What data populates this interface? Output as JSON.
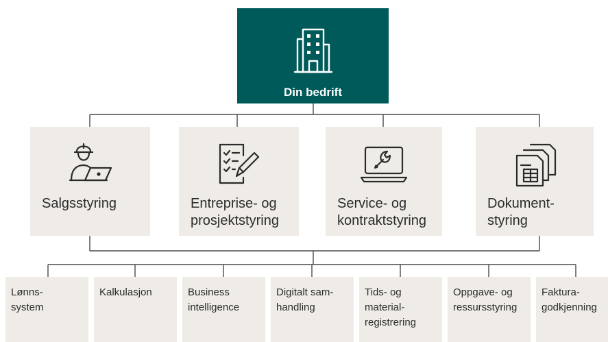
{
  "root": {
    "label": "Din bedrift",
    "icon": "building-icon"
  },
  "level1": [
    {
      "lines": [
        "Salgsstyring"
      ],
      "icon": "worker-laptop-icon"
    },
    {
      "lines": [
        "Entreprise- og",
        "prosjektstyring"
      ],
      "icon": "checklist-pencil-icon"
    },
    {
      "lines": [
        "Service- og",
        "kontraktstyring"
      ],
      "icon": "laptop-wrench-icon"
    },
    {
      "lines": [
        "Dokument-",
        "styring"
      ],
      "icon": "documents-icon"
    }
  ],
  "level2": [
    {
      "lines": [
        "Lønns-",
        "system"
      ]
    },
    {
      "lines": [
        "Kalkulasjon"
      ]
    },
    {
      "lines": [
        "Business",
        "intelligence"
      ]
    },
    {
      "lines": [
        "Digitalt sam-",
        "handling"
      ]
    },
    {
      "lines": [
        "Tids- og",
        "material-",
        "registrering"
      ]
    },
    {
      "lines": [
        "Oppgave- og",
        "ressursstyring"
      ]
    },
    {
      "lines": [
        "Faktura-",
        "godkjenning"
      ]
    }
  ],
  "colors": {
    "root_bg": "#005a5a",
    "box_bg": "#efece7",
    "line": "#4a4a4a",
    "text": "#2b2b2b"
  }
}
